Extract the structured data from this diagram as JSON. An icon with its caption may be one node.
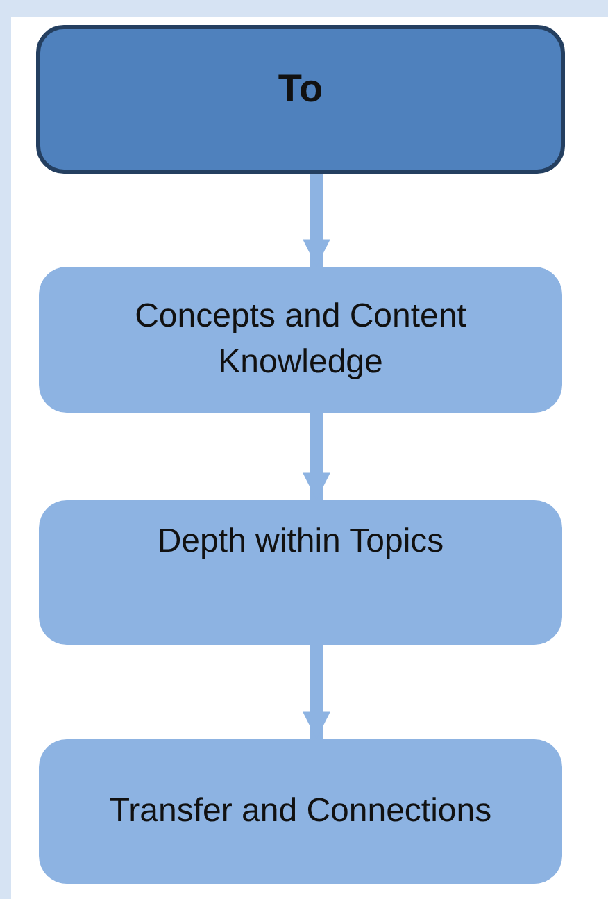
{
  "diagram": {
    "nodes": [
      {
        "text": [
          "To"
        ]
      },
      {
        "text": [
          "Concepts and Content Knowledge"
        ]
      },
      {
        "text": [
          "Depth within Topics"
        ]
      },
      {
        "text": [
          "Transfer and Connections"
        ]
      }
    ],
    "edges": [
      {
        "from": 0,
        "to": 1,
        "arrow": "to"
      },
      {
        "from": 1,
        "to": 2,
        "arrow": "to"
      },
      {
        "from": 2,
        "to": 3,
        "arrow": "to"
      }
    ]
  }
}
